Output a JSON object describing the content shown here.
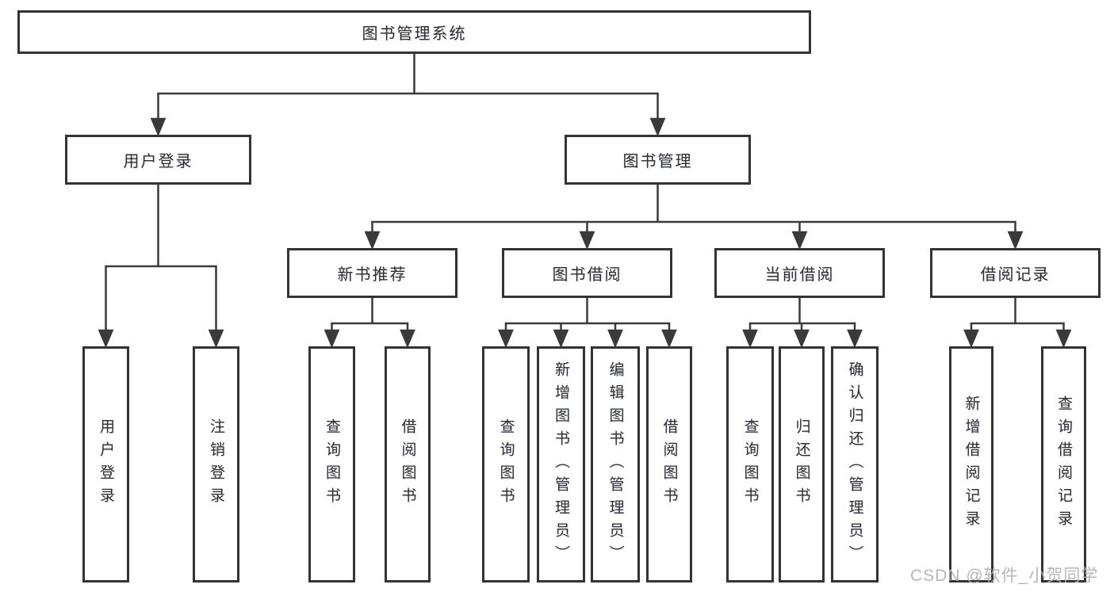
{
  "diagram": {
    "nodes": {
      "root": {
        "label": "图书管理系统"
      },
      "user_login": {
        "label": "用户登录"
      },
      "book_mgmt": {
        "label": "图书管理"
      },
      "new_book_rec": {
        "label": "新书推荐"
      },
      "book_borrow": {
        "label": "图书借阅"
      },
      "current_borrow": {
        "label": "当前借阅"
      },
      "borrow_record": {
        "label": "借阅记录"
      },
      "leaf_user_login": {
        "label": "用户登录"
      },
      "leaf_logout": {
        "label": "注销登录"
      },
      "rec_query_book": {
        "label": "查询图书"
      },
      "rec_borrow_book": {
        "label": "借阅图书"
      },
      "bb_query_book": {
        "label": "查询图书"
      },
      "bb_add_book": {
        "label": "新增图书（管理员）"
      },
      "bb_edit_book": {
        "label": "编辑图书（管理员）"
      },
      "bb_borrow_book": {
        "label": "借阅图书"
      },
      "cb_query_book": {
        "label": "查询图书"
      },
      "cb_return_book": {
        "label": "归还图书"
      },
      "cb_confirm_return": {
        "label": "确认归还（管理员）"
      },
      "br_add_record": {
        "label": "新增借阅记录"
      },
      "br_query_record": {
        "label": "查询借阅记录"
      }
    },
    "hierarchy": {
      "root": [
        "user_login",
        "book_mgmt"
      ],
      "user_login": [
        "leaf_user_login",
        "leaf_logout"
      ],
      "book_mgmt": [
        "new_book_rec",
        "book_borrow",
        "current_borrow",
        "borrow_record"
      ],
      "new_book_rec": [
        "rec_query_book",
        "rec_borrow_book"
      ],
      "book_borrow": [
        "bb_query_book",
        "bb_add_book",
        "bb_edit_book",
        "bb_borrow_book"
      ],
      "current_borrow": [
        "cb_query_book",
        "cb_return_book",
        "cb_confirm_return"
      ],
      "borrow_record": [
        "br_add_record",
        "br_query_record"
      ]
    },
    "watermark": "CSDN @软件_小贺同学",
    "colors": {
      "line": "#3a3a3a",
      "border": "#333333",
      "fill": "#ffffff",
      "text": "#2e2e2e",
      "watermark": "#b0b0b0"
    }
  }
}
